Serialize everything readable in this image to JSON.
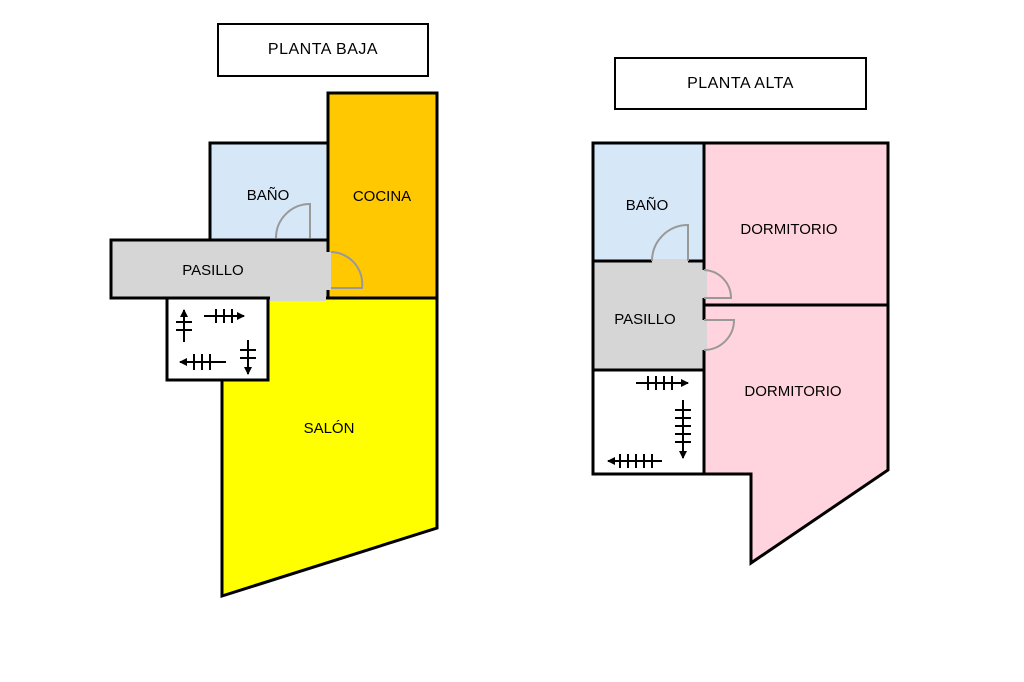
{
  "ground_floor": {
    "title": "PLANTA BAJA",
    "rooms": {
      "bathroom": "BAÑO",
      "kitchen": "COCINA",
      "hallway": "PASILLO",
      "living_room": "SALÓN"
    }
  },
  "upper_floor": {
    "title": "PLANTA ALTA",
    "rooms": {
      "bathroom": "BAÑO",
      "bedroom_1": "DORMITORIO",
      "hallway": "PASILLO",
      "bedroom_2": "DORMITORIO"
    }
  },
  "colors": {
    "bathroom": "#d6e8f8",
    "kitchen": "#ffc800",
    "hallway": "#d6d6d6",
    "living_room": "#ffff00",
    "bedroom": "#ffd4de",
    "wall": "#000000",
    "door": "#999999"
  },
  "icons": [
    "stairs-icon",
    "door-swing-icon"
  ]
}
